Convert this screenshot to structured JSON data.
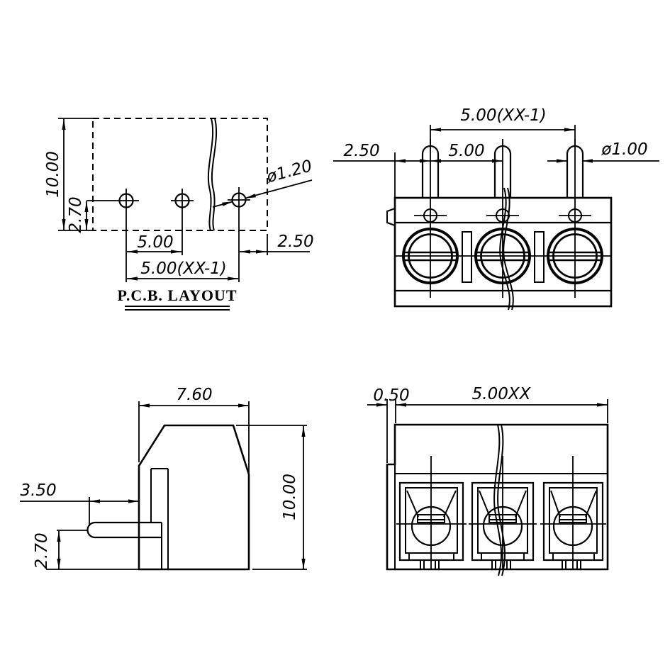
{
  "drawing": {
    "background": "#ffffff",
    "line_color": "#000000",
    "views": {
      "pcb_layout": {
        "title": "P.C.B. LAYOUT",
        "dims": {
          "height": "10.00",
          "hole_offset": "2.70",
          "pitch": "5.00",
          "total_pitch": "5.00(XX-1)",
          "edge_margin": "2.50",
          "hole_diameter": "ø1.20"
        }
      },
      "front_view": {
        "dims": {
          "total_pitch": "5.00(XX-1)",
          "edge_to_pin": "2.50",
          "pitch": "5.00",
          "pin_diameter": "ø1.00"
        }
      },
      "side_view": {
        "dims": {
          "body_depth": "7.60",
          "pin_length": "3.50",
          "pin_offset": "2.70",
          "body_height": "10.00"
        }
      },
      "top_view": {
        "dims": {
          "flange_width": "0.50",
          "total_width": "5.00XX"
        }
      }
    }
  }
}
